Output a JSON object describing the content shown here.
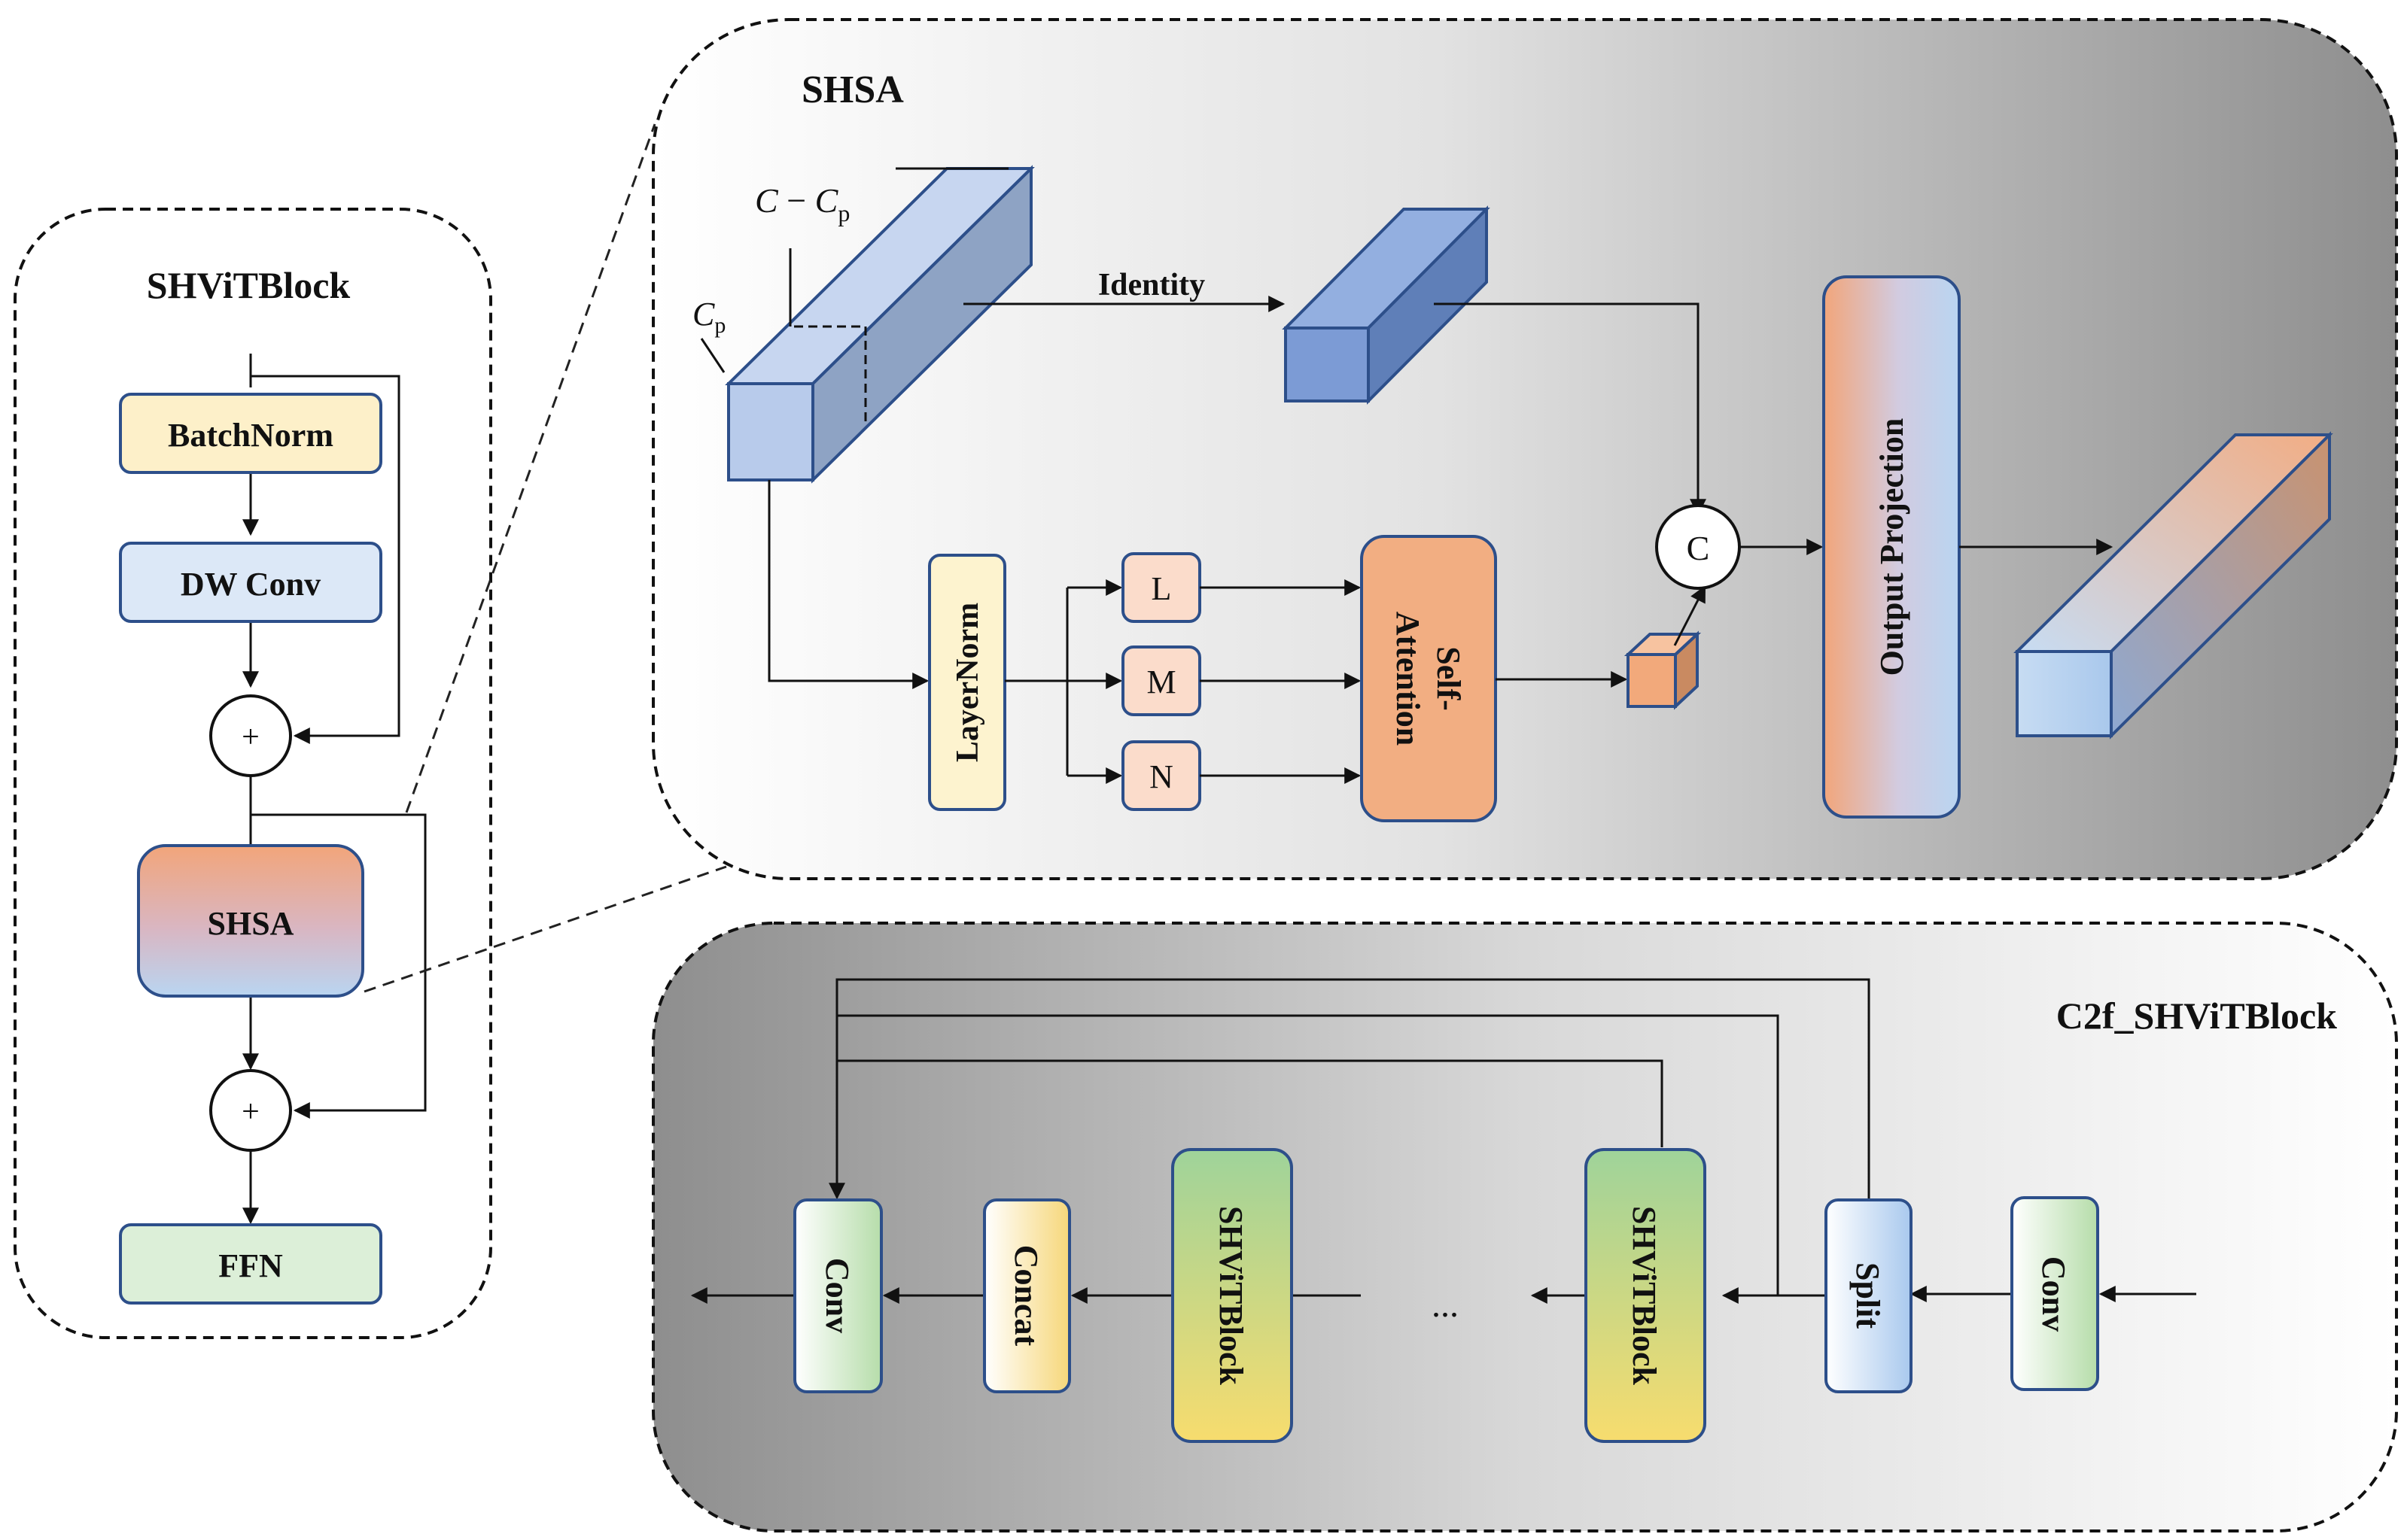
{
  "shvit_block": {
    "title": "SHViTBlock",
    "batchnorm": "BatchNorm",
    "dwconv": "DW Conv",
    "shsa": "SHSA",
    "ffn": "FFN",
    "plus": "+"
  },
  "shsa_panel": {
    "title": "SHSA",
    "label_c_minus_cp_c": "C",
    "label_c_minus_cp_minus": " − ",
    "label_c_minus_cp_cp": "C",
    "label_sub_p": "p",
    "label_cp": "C",
    "identity": "Identity",
    "layernorm": "LayerNorm",
    "l": "L",
    "m": "M",
    "n": "N",
    "self_attention_line1": "Self-",
    "self_attention_line2": "Attention",
    "concat_symbol": "C",
    "output_projection": "Output Projection"
  },
  "c2f_panel": {
    "title": "C2f_SHViTBlock",
    "conv_out": "Conv",
    "concat": "Concat",
    "shvit_1": "SHViTBlock",
    "ellipsis": "...",
    "shvit_2": "SHViTBlock",
    "split": "Split",
    "conv_in": "Conv"
  },
  "colors": {
    "batchnorm_fill": "#fdf0c9",
    "dwconv_fill": "#dce8f7",
    "ffn_fill": "#dcefd8",
    "shsa_top": "#f2a57a",
    "shsa_bottom": "#b9d5f1",
    "layernorm_fill": "#fdf3cf",
    "lmn_fill": "#fbdccb",
    "self_attention_fill": "#f2ae82",
    "cube_light": "#b8cbeb",
    "cube_mid": "#7f9fd6",
    "conv_green": "#cde8c2",
    "concat_yellow": "#f9e3a0",
    "split_blue": "#c8dcf3",
    "outline_blue": "#2d4f8a"
  }
}
